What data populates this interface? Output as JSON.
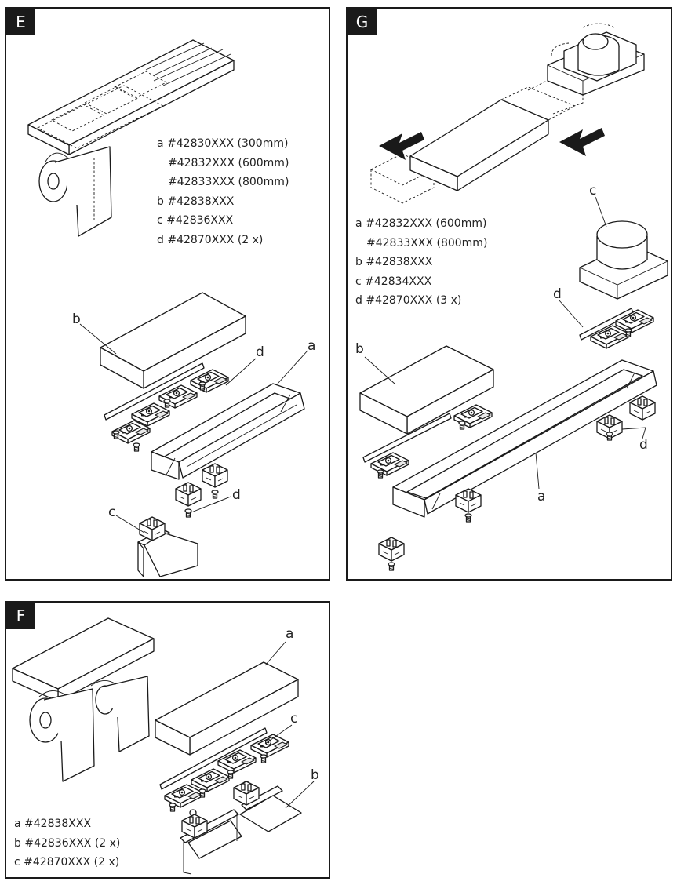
{
  "panels": {
    "e": {
      "tag": "E",
      "parts": [
        {
          "text": "a #42830XXX (300mm)",
          "indent": false
        },
        {
          "text": "#42832XXX (600mm)",
          "indent": true
        },
        {
          "text": "#42833XXX (800mm)",
          "indent": true
        },
        {
          "text": "b #42838XXX",
          "indent": false
        },
        {
          "text": "c #42836XXX",
          "indent": false
        },
        {
          "text": "d #42870XXX (2 x)",
          "indent": false
        }
      ],
      "callouts": {
        "a": "a",
        "b": "b",
        "c": "c",
        "d1": "d",
        "d2": "d"
      }
    },
    "g": {
      "tag": "G",
      "parts": [
        {
          "text": "a #42832XXX (600mm)",
          "indent": false
        },
        {
          "text": "#42833XXX (800mm)",
          "indent": true
        },
        {
          "text": "b #42838XXX",
          "indent": false
        },
        {
          "text": "c #42834XXX",
          "indent": false
        },
        {
          "text": "d #42870XXX (3 x)",
          "indent": false
        }
      ],
      "callouts": {
        "a": "a",
        "b": "b",
        "c": "c",
        "d1": "d",
        "d2": "d"
      }
    },
    "f": {
      "tag": "F",
      "parts": [
        {
          "text": "a #42838XXX",
          "indent": false
        },
        {
          "text": "b #42836XXX (2 x)",
          "indent": false
        },
        {
          "text": "c #42870XXX (2 x)",
          "indent": false
        }
      ],
      "callouts": {
        "a": "a",
        "b": "b",
        "c": "c"
      }
    }
  },
  "colors": {
    "ink": "#1a1a1a",
    "paper": "#ffffff",
    "tag_bg": "#1a1a1a",
    "tag_text": "#ffffff"
  }
}
